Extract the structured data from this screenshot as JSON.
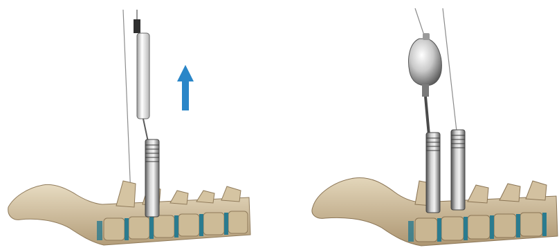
{
  "figure": {
    "panels": [
      {
        "id": "step-1",
        "content": "sleeve-removal"
      },
      {
        "id": "step-2",
        "content": "handle-attached"
      }
    ],
    "colors": {
      "background": "#ffffff",
      "bone": "#d9c9a9",
      "bone_shadow": "#a89270",
      "disc": "#2a7b8f",
      "metal_light": "#e8e8e8",
      "metal_dark": "#6f6f6f",
      "arrow": "#2a86c8",
      "wire": "#8c8c8c"
    },
    "icons": [
      "up-arrow-icon"
    ]
  }
}
